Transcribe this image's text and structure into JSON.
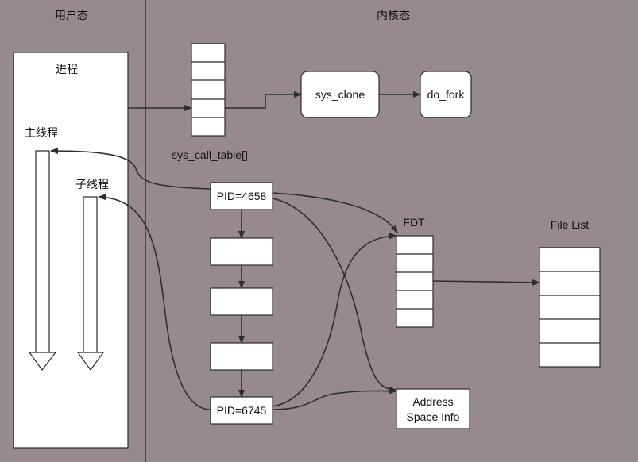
{
  "regions": {
    "user_space": "用户态",
    "kernel_space": "内核态"
  },
  "process": {
    "title": "进程",
    "main_thread": "主线程",
    "child_thread": "子线程"
  },
  "kernel": {
    "syscall_table_label": "sys_call_table[]",
    "sys_clone": "sys_clone",
    "do_fork": "do_fork",
    "pid_main": "PID=4658",
    "pid_child": "PID=6745",
    "fdt": "FDT",
    "file_list": "File List",
    "address_space_line1": "Address",
    "address_space_line2": "Space Info"
  },
  "colors": {
    "background": "#968a8e",
    "box_fill": "#ffffff",
    "line": "#2e2e2e"
  }
}
